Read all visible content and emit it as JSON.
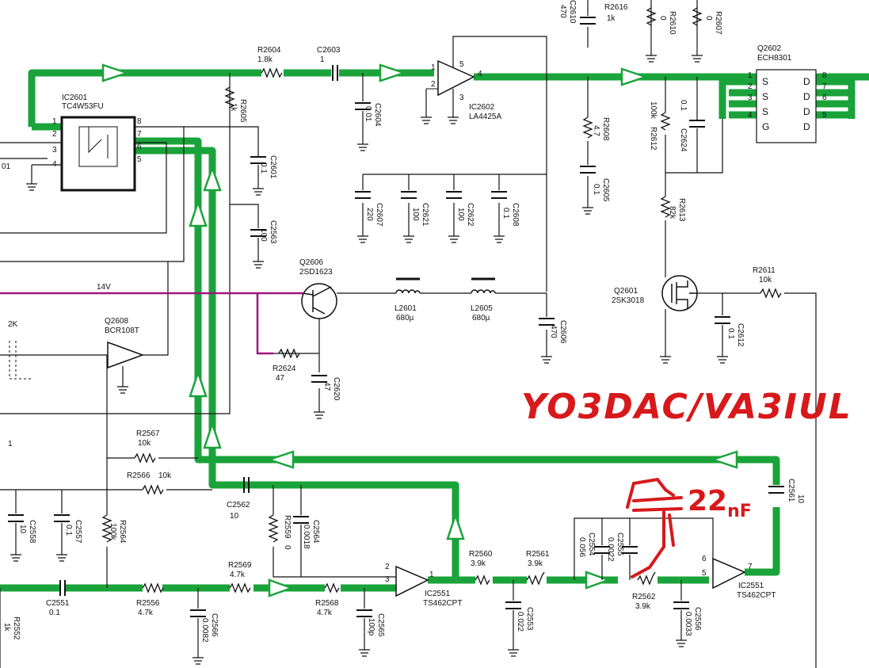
{
  "colors": {
    "trace": "#1aa33a",
    "wire": "#111111",
    "power": "#a0157d",
    "handwriting": "#d7191c"
  },
  "annotation": {
    "text": "YO3DAC/VA3IUL",
    "cap_value": "22",
    "cap_unit": "nF"
  },
  "supply": {
    "label": "14V"
  },
  "components": {
    "ic2601": {
      "ref": "IC2601",
      "part": "TC4W53FU"
    },
    "ic2602": {
      "ref": "IC2602",
      "part": "LA4425A"
    },
    "q2602": {
      "ref": "Q2602",
      "part": "ECH8301"
    },
    "q2606": {
      "ref": "Q2606",
      "part": "2SD1623"
    },
    "q2601": {
      "ref": "Q2601",
      "part": "2SK3018"
    },
    "q2608": {
      "ref": "Q2608",
      "part": "BCR108T"
    },
    "ic2551a": {
      "ref": "IC2551",
      "part": "TS462CPT"
    },
    "ic2551b": {
      "ref": "IC2551",
      "part": "TS462CPT"
    },
    "r2604": {
      "ref": "R2604",
      "value": "1.8k"
    },
    "c2603": {
      "ref": "C2603",
      "value": "1"
    },
    "r2605": {
      "ref": "R2605",
      "value": "1k"
    },
    "c2601": {
      "ref": "C2601",
      "value": "0.1"
    },
    "c2563": {
      "ref": "C2563",
      "value": "100"
    },
    "c2604": {
      "ref": "C2604",
      "value": "0.01"
    },
    "c2610": {
      "ref": "C2610",
      "value": "470"
    },
    "r2616": {
      "ref": "R2616",
      "value": "1k"
    },
    "r2610": {
      "ref": "R2610",
      "value": "0"
    },
    "r2607": {
      "ref": "R2607",
      "value": "0"
    },
    "r2608": {
      "ref": "R2608",
      "value": "4.7"
    },
    "c2605": {
      "ref": "C2605",
      "value": "0.1"
    },
    "r2612": {
      "ref": "R2612",
      "value": "100k"
    },
    "c2624": {
      "ref": "C2624",
      "value": "0.1"
    },
    "r2613": {
      "ref": "R2613",
      "value": "82k"
    },
    "c2607": {
      "ref": "C2607",
      "value": "220"
    },
    "c2621": {
      "ref": "C2621",
      "value": "100"
    },
    "c2622": {
      "ref": "C2622",
      "value": "100"
    },
    "c2608": {
      "ref": "C2608",
      "value": "0.1"
    },
    "l2601": {
      "ref": "L2601",
      "value": "680µ"
    },
    "l2605": {
      "ref": "L2605",
      "value": "680µ"
    },
    "c2606": {
      "ref": "C2606",
      "value": "470"
    },
    "r2611": {
      "ref": "R2611",
      "value": "10k"
    },
    "c2612": {
      "ref": "C2612",
      "value": "0.1"
    },
    "r2624": {
      "ref": "R2624",
      "value": "47"
    },
    "c2620": {
      "ref": "C2620",
      "value": "47"
    },
    "r2567": {
      "ref": "R2567",
      "value": "10k"
    },
    "r2566": {
      "ref": "R2566",
      "value": "10k"
    },
    "c2562": {
      "ref": "C2562",
      "value": "10"
    },
    "c2558": {
      "ref": "C2558",
      "value": "10"
    },
    "c2557": {
      "ref": "C2557",
      "value": "0.1"
    },
    "r2564": {
      "ref": "R2564",
      "value": "100k"
    },
    "r2559": {
      "ref": "R2559",
      "value": "0"
    },
    "c2564": {
      "ref": "C2564",
      "value": "0.0018"
    },
    "r2569": {
      "ref": "R2569",
      "value": "4.7k"
    },
    "r2568": {
      "ref": "R2568",
      "value": "4.7k"
    },
    "c2565": {
      "ref": "C2565",
      "value": "100p"
    },
    "c2551": {
      "ref": "C2551",
      "value": "0.1"
    },
    "r2556": {
      "ref": "R2556",
      "value": "4.7k"
    },
    "c2566": {
      "ref": "C2566",
      "value": "0.0082"
    },
    "r2552": {
      "ref": "R2552",
      "value": "1k"
    },
    "r2560": {
      "ref": "R2560",
      "value": "3.9k"
    },
    "r2561": {
      "ref": "R2561",
      "value": "3.9k"
    },
    "c2553": {
      "ref": "C2553",
      "value": "0.022"
    },
    "c2554": {
      "ref": "C2554",
      "value": "0.056"
    },
    "c2555": {
      "ref": "C2555",
      "value": "0.0022"
    },
    "r2562": {
      "ref": "R2562",
      "value": "3.9k"
    },
    "c2556": {
      "ref": "C2556",
      "value": "0.0033"
    },
    "c2561": {
      "ref": "C2561",
      "value": "10"
    }
  },
  "fragments": {
    "left_2k": "2K",
    "left_01": "01",
    "left_1": "1"
  },
  "pins": {
    "ic2601": [
      "1",
      "2",
      "3",
      "4",
      "8",
      "7",
      "6",
      "5"
    ],
    "ic2602": [
      "1",
      "2",
      "3",
      "4",
      "5"
    ],
    "q2602_left": [
      "1",
      "2",
      "3",
      "4"
    ],
    "q2602_right": [
      "8",
      "7",
      "6",
      "5"
    ],
    "q2602_sd_left": [
      "S",
      "S",
      "S",
      "G"
    ],
    "q2602_sd_right": [
      "D",
      "D",
      "D",
      "D"
    ],
    "ic2551a": [
      "2",
      "3",
      "1"
    ],
    "ic2551b": [
      "6",
      "5",
      "7"
    ]
  }
}
